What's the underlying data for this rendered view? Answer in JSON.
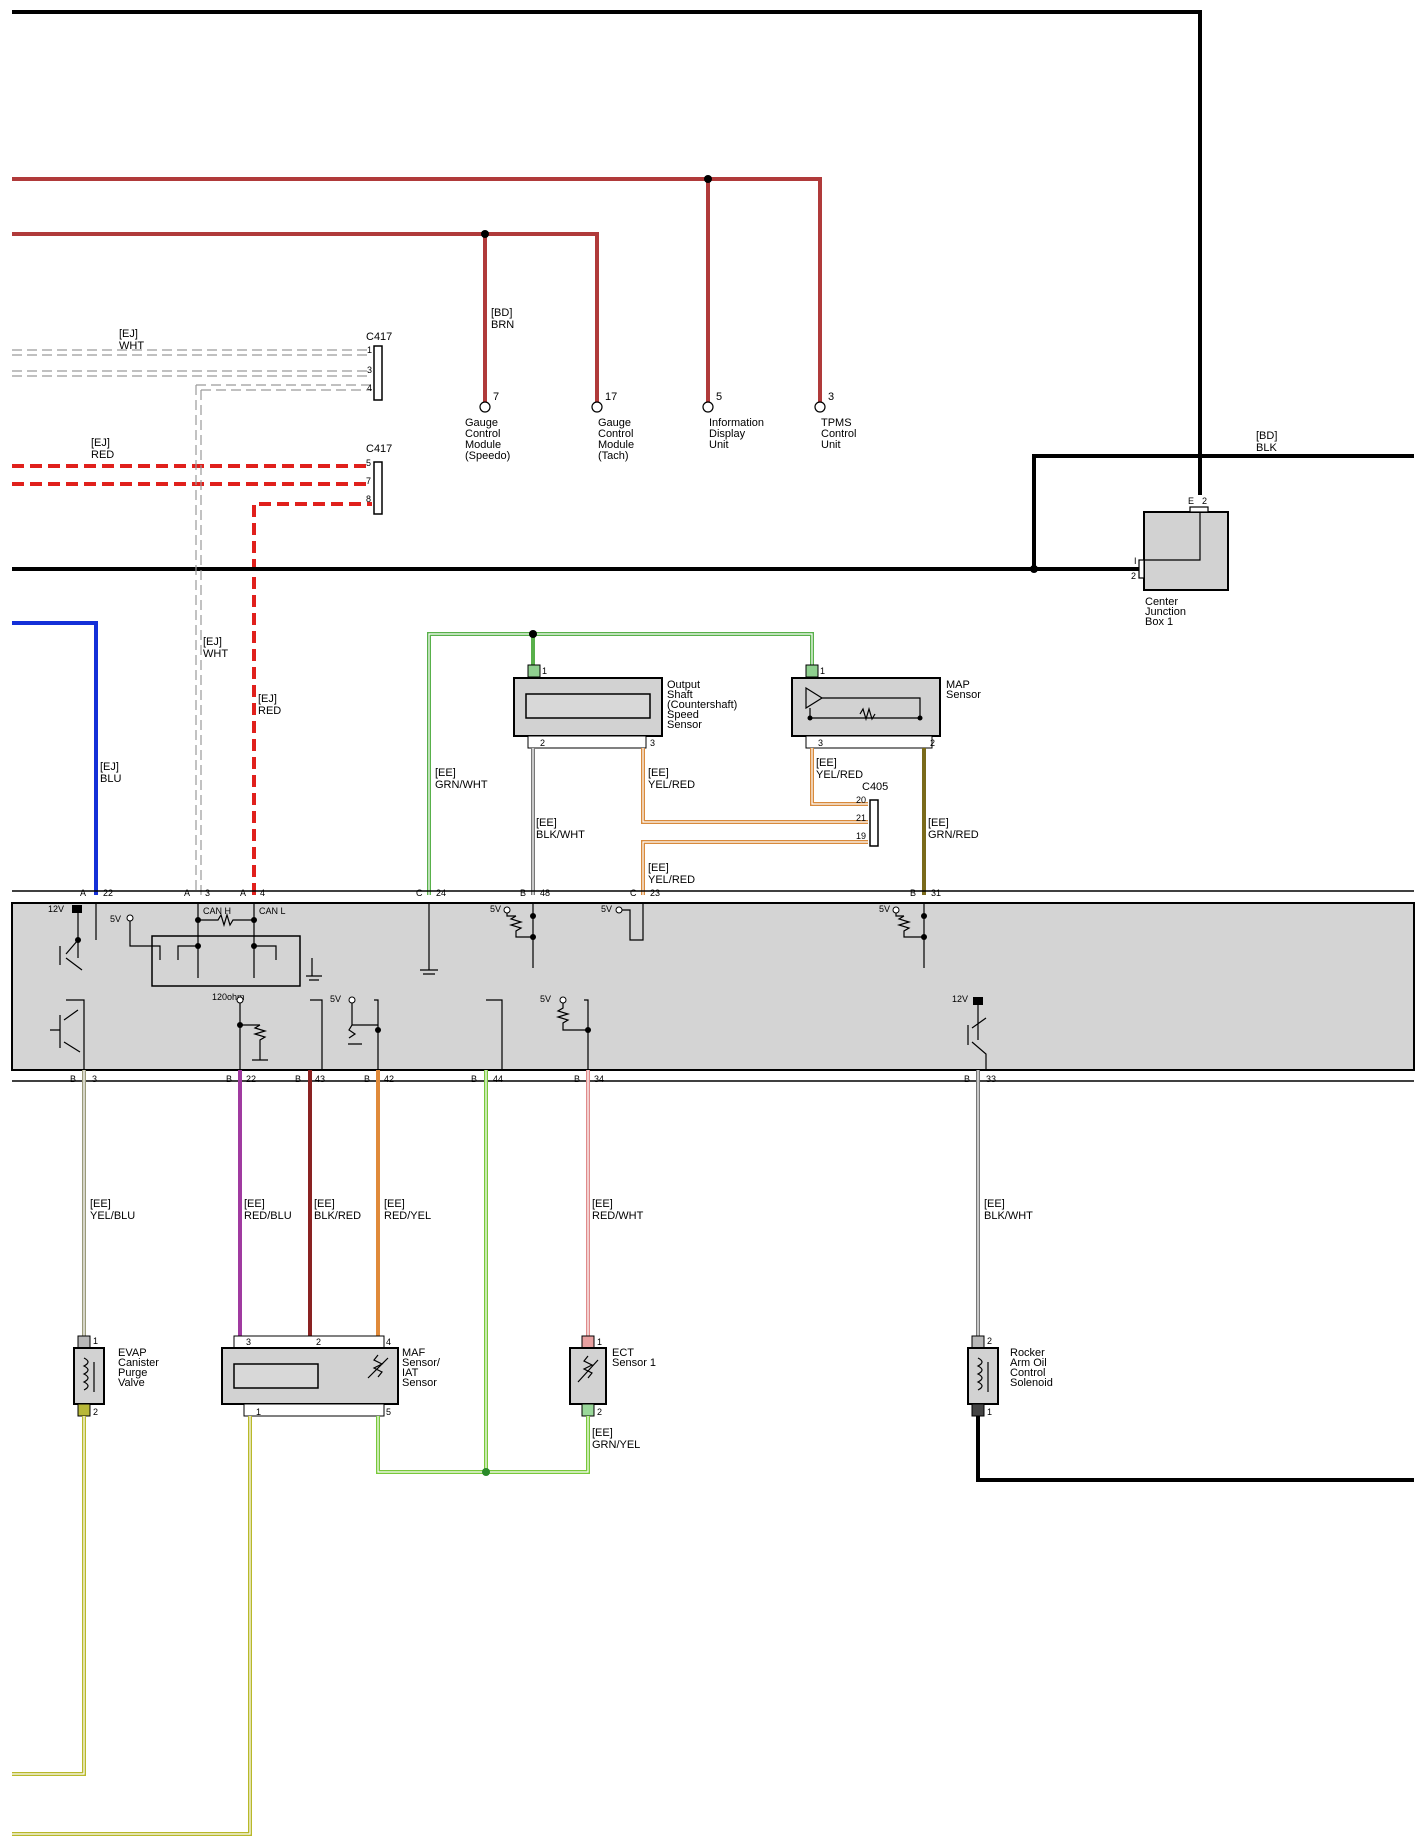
{
  "connectors": {
    "c417_top": "C417",
    "c417_bottom": "C417",
    "c405": "C405"
  },
  "wire_labels": {
    "ej_wht_top": [
      "[EJ]",
      "WHT"
    ],
    "ej_red_top": [
      "[EJ]",
      "RED"
    ],
    "bd_brn": [
      "[BD]",
      "BRN"
    ],
    "bd_blk": [
      "[BD]",
      "BLK"
    ],
    "ej_wht_vert": [
      "[EJ]",
      "WHT"
    ],
    "ej_red_vert": [
      "[EJ]",
      "RED"
    ],
    "ej_blu": [
      "[EJ]",
      "BLU"
    ],
    "ee_grn_wht": [
      "[EE]",
      "GRN/WHT"
    ],
    "ee_blk_wht_oss": [
      "[EE]",
      "BLK/WHT"
    ],
    "ee_yel_red_oss": [
      "[EE]",
      "YEL/RED"
    ],
    "ee_yel_red_map": [
      "[EE]",
      "YEL/RED"
    ],
    "ee_grn_red": [
      "[EE]",
      "GRN/RED"
    ],
    "ee_yel_red_23": [
      "[EE]",
      "YEL/RED"
    ],
    "ee_yel_blu": [
      "[EE]",
      "YEL/BLU"
    ],
    "ee_red_blu": [
      "[EE]",
      "RED/BLU"
    ],
    "ee_blk_red": [
      "[EE]",
      "BLK/RED"
    ],
    "ee_red_yel": [
      "[EE]",
      "RED/YEL"
    ],
    "ee_red_wht": [
      "[EE]",
      "RED/WHT"
    ],
    "ee_blk_wht_rocker": [
      "[EE]",
      "BLK/WHT"
    ],
    "ee_grn_yel": [
      "[EE]",
      "GRN/YEL"
    ]
  },
  "components": {
    "gauge_speedo": [
      "Gauge",
      "Control",
      "Module",
      "(Speedo)"
    ],
    "gauge_tach": [
      "Gauge",
      "Control",
      "Module",
      "(Tach)"
    ],
    "info_display": [
      "Information",
      "Display",
      "Unit"
    ],
    "tpms": [
      "TPMS",
      "Control",
      "Unit"
    ],
    "center_junction": [
      "Center",
      "Junction",
      "Box 1"
    ],
    "output_shaft": [
      "Output",
      "Shaft",
      "(Countershaft)",
      "Speed",
      "Sensor"
    ],
    "map_sensor": [
      "MAP",
      "Sensor"
    ],
    "evap": [
      "EVAP",
      "Canister",
      "Purge",
      "Valve"
    ],
    "maf": [
      "MAF",
      "Sensor/",
      "IAT",
      "Sensor"
    ],
    "ect": [
      "ECT",
      "Sensor 1"
    ],
    "rocker": [
      "Rocker",
      "Arm Oil",
      "Control",
      "Solenoid"
    ]
  },
  "pcm": {
    "can_h": "CAN H",
    "can_l": "CAN L",
    "resistor": "120ohm",
    "v5": "5V",
    "v12": "12V"
  },
  "pins": {
    "c417_top": [
      "1",
      "3",
      "4"
    ],
    "c417_bottom": [
      "5",
      "7",
      "8"
    ],
    "gauge_speedo": "7",
    "gauge_tach": "17",
    "info_display": "5",
    "tpms": "3",
    "cjb_e": "E",
    "cjb_e2": "2",
    "cjb_i": "I",
    "cjb_i2": "2",
    "oss_1": "1",
    "oss_2": "2",
    "oss_3": "3",
    "map_1": "1",
    "map_3": "3",
    "map_2": "2",
    "c405": [
      "20",
      "21",
      "19"
    ],
    "top_row": [
      {
        "conn": "A",
        "pin": "22"
      },
      {
        "conn": "A",
        "pin": "3"
      },
      {
        "conn": "A",
        "pin": "4"
      },
      {
        "conn": "C",
        "pin": "24"
      },
      {
        "conn": "B",
        "pin": "48"
      },
      {
        "conn": "C",
        "pin": "23"
      },
      {
        "conn": "B",
        "pin": "31"
      }
    ],
    "bottom_row": [
      {
        "conn": "B",
        "pin": "3"
      },
      {
        "conn": "B",
        "pin": "22"
      },
      {
        "conn": "B",
        "pin": "43"
      },
      {
        "conn": "B",
        "pin": "42"
      },
      {
        "conn": "B",
        "pin": "44"
      },
      {
        "conn": "B",
        "pin": "34"
      },
      {
        "conn": "B",
        "pin": "33"
      }
    ],
    "evap_1": "1",
    "evap_2": "2",
    "maf_3": "3",
    "maf_2": "2",
    "maf_4": "4",
    "maf_1": "1",
    "maf_5": "5",
    "ect_1": "1",
    "ect_2": "2",
    "rocker_2": "2",
    "rocker_1": "1"
  },
  "colors": {
    "blk": "#000000",
    "brn": "#b03a3a",
    "red": "#e0201c",
    "blu": "#1430d8",
    "grn_wht": "#58b04a",
    "blk_wht": "#777777",
    "yel_red": "#d88a3c",
    "grn_red": "#7a6a1a",
    "yel_blu": "#9a9a7a",
    "red_blu": "#a03aa0",
    "blk_red": "#8a2222",
    "red_yel": "#e08a3a",
    "grn": "#78c83a",
    "red_wht": "#e08a8a",
    "yel_grn": "#b8b82a",
    "pcm_fill": "#d4d4d4"
  }
}
